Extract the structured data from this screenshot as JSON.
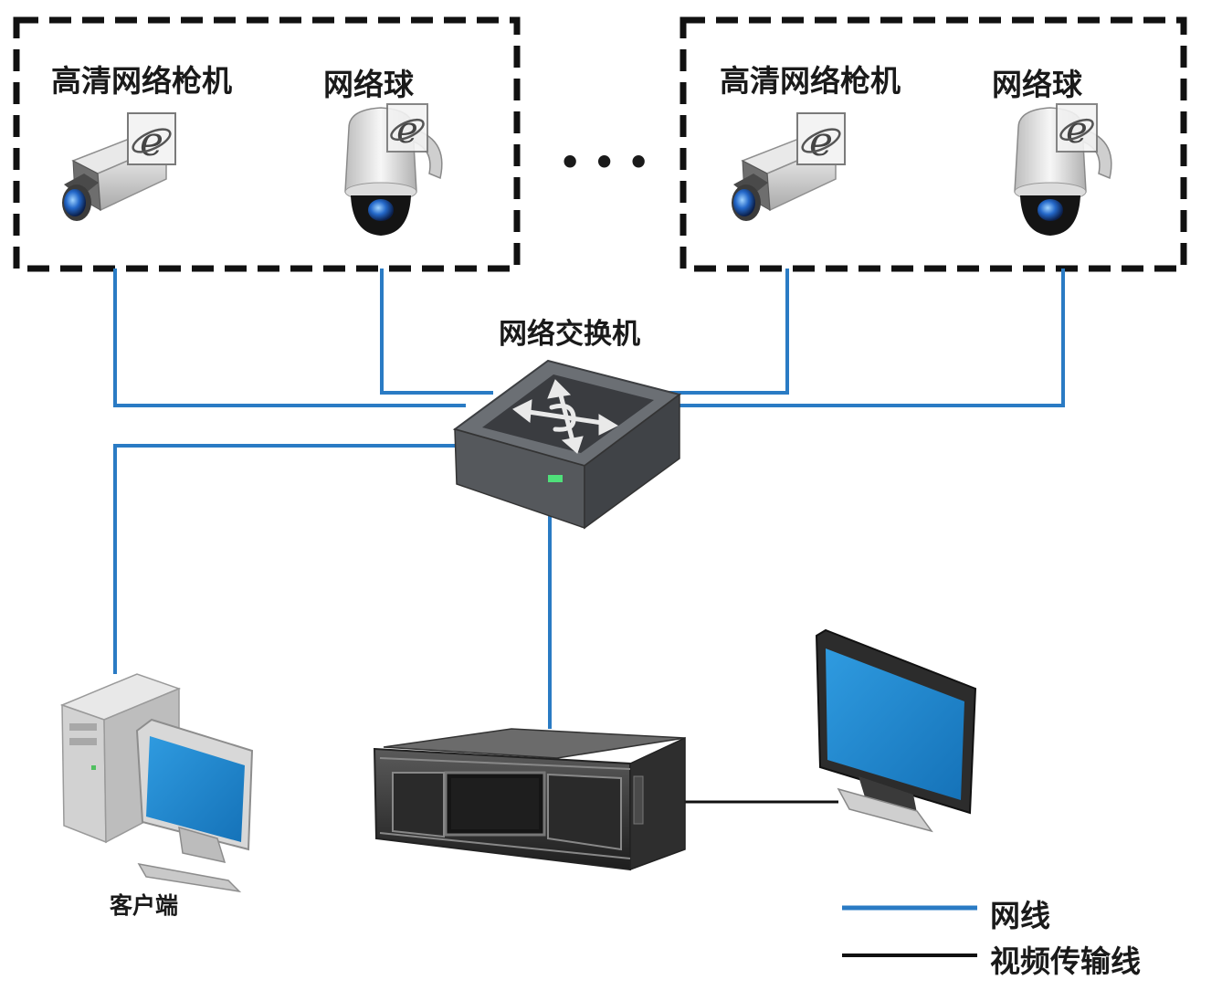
{
  "groups": [
    {
      "bullet_camera_label": "高清网络枪机",
      "dome_camera_label": "网络球"
    },
    {
      "bullet_camera_label": "高清网络枪机",
      "dome_camera_label": "网络球"
    }
  ],
  "ellipsis": "• • •",
  "switch_label": "网络交换机",
  "client_label": "客户端",
  "legend": {
    "network_cable": {
      "label": "网线",
      "color": "#2a7bc4"
    },
    "video_cable": {
      "label": "视频传输线",
      "color": "#111111"
    }
  },
  "colors": {
    "network_line": "#2a7bc4",
    "video_line": "#111111",
    "screen_blue": "#1f86d0"
  }
}
